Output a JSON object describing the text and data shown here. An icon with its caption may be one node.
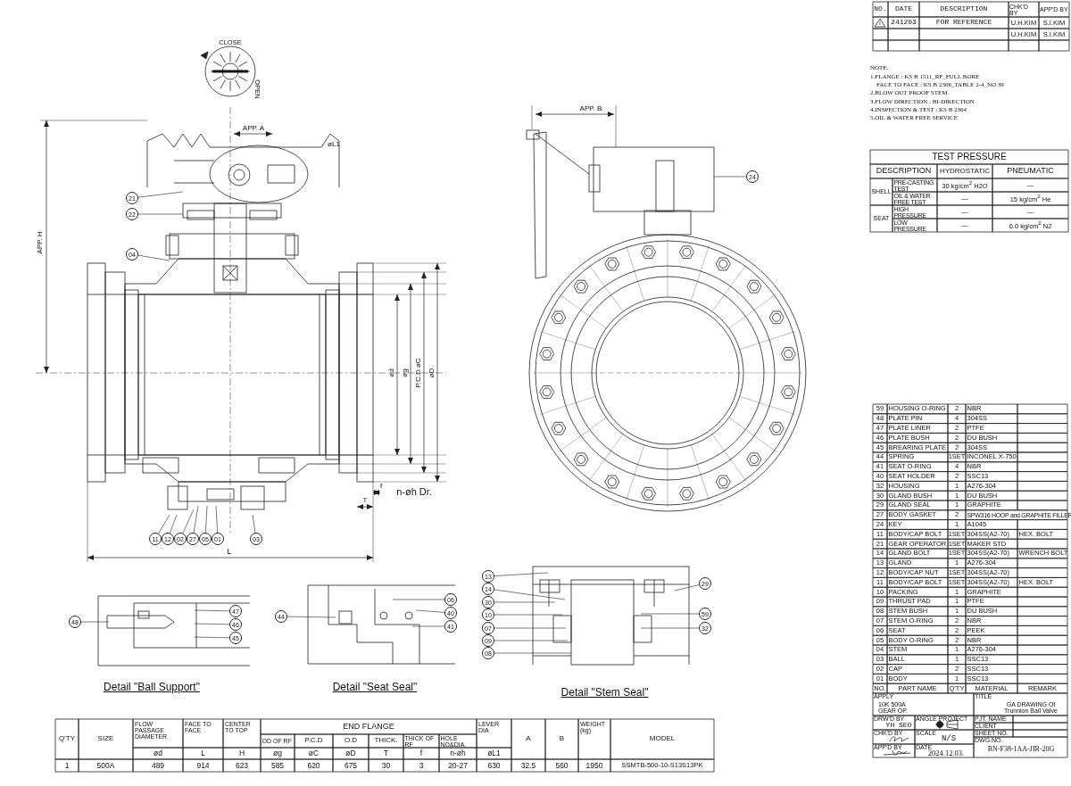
{
  "diagram": {
    "nodes": [
      {
        "text": [
          "21"
        ]
      },
      {
        "text": [
          "22"
        ]
      },
      {
        "text": [
          "04"
        ]
      },
      {
        "text": [
          "11"
        ]
      },
      {
        "text": [
          "12"
        ]
      },
      {
        "text": [
          "02"
        ]
      },
      {
        "text": [
          "27"
        ]
      },
      {
        "text": [
          "05"
        ]
      },
      {
        "text": [
          "01"
        ]
      },
      {
        "text": [
          "03"
        ]
      },
      {
        "text": [
          "24"
        ]
      },
      {
        "text": [
          "48"
        ]
      },
      {
        "text": [
          "47"
        ]
      },
      {
        "text": [
          "46"
        ]
      },
      {
        "text": [
          "45"
        ]
      },
      {
        "text": [
          "44"
        ]
      },
      {
        "text": [
          "06"
        ]
      },
      {
        "text": [
          "40"
        ]
      },
      {
        "text": [
          "41"
        ]
      },
      {
        "text": [
          "13"
        ]
      },
      {
        "text": [
          "14"
        ]
      },
      {
        "text": [
          "30"
        ]
      },
      {
        "text": [
          "10"
        ]
      },
      {
        "text": [
          "07"
        ]
      },
      {
        "text": [
          "09"
        ]
      },
      {
        "text": [
          "08"
        ]
      },
      {
        "text": [
          "29"
        ]
      },
      {
        "text": [
          "59"
        ]
      },
      {
        "text": [
          "32"
        ]
      }
    ],
    "edges": [
      {
        "from": 0,
        "to": null,
        "arrow": "none"
      },
      {
        "from": 1,
        "to": null,
        "arrow": "none"
      },
      {
        "from": 2,
        "to": null,
        "arrow": "none"
      },
      {
        "from": 3,
        "to": null,
        "arrow": "none"
      },
      {
        "from": 4,
        "to": null,
        "arrow": "none"
      },
      {
        "from": 5,
        "to": null,
        "arrow": "none"
      },
      {
        "from": 6,
        "to": null,
        "arrow": "none"
      },
      {
        "from": 7,
        "to": null,
        "arrow": "none"
      },
      {
        "from": 8,
        "to": null,
        "arrow": "none"
      },
      {
        "from": 9,
        "to": null,
        "arrow": "none"
      },
      {
        "from": 10,
        "to": null,
        "arrow": "none"
      },
      {
        "from": 11,
        "to": null,
        "arrow": "none"
      },
      {
        "from": 12,
        "to": null,
        "arrow": "none"
      },
      {
        "from": 13,
        "to": null,
        "arrow": "none"
      },
      {
        "from": 14,
        "to": null,
        "arrow": "none"
      },
      {
        "from": 15,
        "to": null,
        "arrow": "none"
      },
      {
        "from": 16,
        "to": null,
        "arrow": "none"
      },
      {
        "from": 17,
        "to": null,
        "arrow": "none"
      },
      {
        "from": 18,
        "to": null,
        "arrow": "none"
      },
      {
        "from": 19,
        "to": null,
        "arrow": "none"
      },
      {
        "from": 20,
        "to": null,
        "arrow": "none"
      },
      {
        "from": 21,
        "to": null,
        "arrow": "none"
      },
      {
        "from": 22,
        "to": null,
        "arrow": "none"
      },
      {
        "from": 23,
        "to": null,
        "arrow": "none"
      },
      {
        "from": 24,
        "to": null,
        "arrow": "none"
      },
      {
        "from": 25,
        "to": null,
        "arrow": "none"
      },
      {
        "from": 26,
        "to": null,
        "arrow": "none"
      },
      {
        "from": 27,
        "to": null,
        "arrow": "none"
      },
      {
        "from": 28,
        "to": null,
        "arrow": "none"
      }
    ],
    "labels": [
      "NO.",
      "DATE",
      "DESCRIPTION",
      "CHK'D BY",
      "APP'D BY",
      "241203",
      "FOR REFERENCE",
      "U.H.KIM",
      "S.I.KIM",
      "U.H.KIM",
      "S.I.KIM",
      "NOTE.",
      "1.FLANGE : KS B 1511_RF_FULL BORE",
      "FACE TO FACE : KS B 2306_TABLE 2-4_NO 39",
      "2.BLOW OUT PROOF STEM",
      "3.FLOW DIRECTION : BI-DIRECTION",
      "4.INSPECTION & TEST : KS B 2304",
      "5.OIL & WATER FREE SERVICE",
      "CLOSE",
      "OPEN",
      "APP. A",
      "øL1",
      "APP. H",
      "APP. B",
      "ød",
      "øg",
      "P.C.D øC",
      "øD",
      "f",
      "n-øh Dr.",
      "T",
      "L",
      "Detail \"Ball Support\"",
      "Detail \"Seat Seal\"",
      "Detail \"Stem Seal\"",
      "TEST PRESSURE",
      "DESCRIPTION",
      "HYDROSTATIC",
      "PNEUMATIC",
      "SHELL",
      "PRE-CASTING TEST",
      "30 kg/cm$^{2}$ H2O",
      "—",
      "OIL & WATER FREE TEST",
      "—",
      "15 kg/cm$^{2}$ He",
      "SEAT",
      "HIGH PRESSURE",
      "—",
      "—",
      "LOW PRESSURE",
      "—",
      "6.0 kg/cm$^{2}$ N2",
      "59",
      "HOUSING O-RING",
      "2",
      "NBR",
      "48",
      "PLATE PIN",
      "4",
      "304SS",
      "47",
      "PLATE LINER",
      "2",
      "PTFE",
      "46",
      "PLATE BUSH",
      "2",
      "DU BUSH",
      "45",
      "BREARING PLATE",
      "2",
      "304SS",
      "44",
      "SPRING",
      "1SET",
      "INCONEL X-750",
      "41",
      "SEAT O-RING",
      "4",
      "NBR",
      "40",
      "SEAT HOLDER",
      "2",
      "SSC13",
      "32",
      "HOUSING",
      "1",
      "A276-304",
      "30",
      "GLAND BUSH",
      "1",
      "DU BUSH",
      "29",
      "GLAND SEAL",
      "1",
      "GRAPHITE",
      "27",
      "BODY GASKET",
      "2",
      "SPW316 HOOP and GRAPHITE FILLER",
      "24",
      "KEY",
      "1",
      "A1045",
      "11",
      "BODY/CAP BOLT",
      "1SET",
      "304SS(A2-70)",
      "HEX. BOLT",
      "21",
      "GEAR OPERATOR",
      "1SET",
      "MAKER STD",
      "14",
      "GLAND BOLT",
      "1SET",
      "304SS(A2-70)",
      "WRENCH BOLT",
      "13",
      "GLAND",
      "1",
      "A276-304",
      "12",
      "BODY/CAP NUT",
      "1SET",
      "304SS(A2-70)",
      "11",
      "BODY/CAP BOLT",
      "1SET",
      "304SS(A2-70)",
      "HEX. BOLT",
      "10",
      "PACKING",
      "1",
      "GRAPHITE",
      "09",
      "THRUST PAD",
      "1",
      "PTFE",
      "08",
      "STEM BUSH",
      "1",
      "DU BUSH",
      "07",
      "STEM O-RING",
      "2",
      "NBR",
      "06",
      "SEAT",
      "2",
      "PEEK",
      "05",
      "BODY O-RING",
      "2",
      "NBR",
      "04",
      "STEM",
      "1",
      "A276-304",
      "03",
      "BALL",
      "1",
      "SSC13",
      "02",
      "CAP",
      "2",
      "SSC13",
      "01",
      "BODY",
      "1",
      "SSC13",
      "NO.",
      "PART NAME",
      "Q'TY",
      "MATERIAL",
      "REMARK",
      "APPLY",
      "10K 500A GEAR OP.",
      "TITLE",
      "GA DRAWING Of Trunnion Ball Valve",
      "DRW'D BY",
      "YH SEO",
      "ANGLE PROJECT",
      "PJT. NAME",
      "CLIENT",
      "CHK'D BY",
      "SCALE",
      "N/S",
      "SHEET NO.",
      "APP'D BY",
      "DATE",
      "2024.12.03.",
      "DWG.NO.",
      "BN-F38-1AA-JIR-20G",
      "Q'TY",
      "SIZE",
      "FLOW PASSAGE DIAMETER",
      "FACE TO FACE",
      "CENTER TO TOP",
      "END FLANGE",
      "LEVER DIA",
      "A",
      "B",
      "WEIGHT (kg)",
      "MODEL",
      "OD OF RF",
      "P.C.D",
      "O.D",
      "THICK.",
      "THICK OF RF",
      "HOLE NO&DIA.",
      "ød",
      "L",
      "H",
      "øg",
      "øC",
      "øD",
      "T",
      "f",
      "n-øh",
      "øL1",
      "1",
      "500A",
      "489",
      "914",
      "623",
      "585",
      "620",
      "675",
      "30",
      "3",
      "20-27",
      "630",
      "32.5",
      "560",
      "1950",
      "SSMTB-500-10-S13S13PK"
    ]
  }
}
